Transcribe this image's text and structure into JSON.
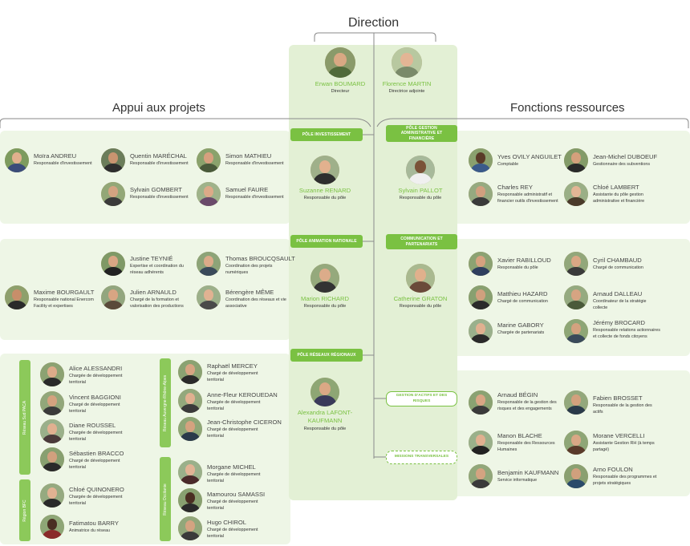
{
  "headings": {
    "direction": "Direction",
    "appui": "Appui aux projets",
    "fonctions": "Fonctions ressources"
  },
  "direction": [
    {
      "name": "Erwan BOUMARD",
      "role": "Directeur"
    },
    {
      "name": "Florence MARTIN",
      "role": "Directrice adjointe"
    }
  ],
  "poles": {
    "investissement": {
      "tag": "PÔLE INVESTISSEMENT",
      "name": "Suzanne RENARD",
      "role": "Responsable du pôle"
    },
    "gestion": {
      "tag": "PÔLE GESTION ADMINISTRATIVE ET FINANCIÈRE",
      "name": "Sylvain PALLOT",
      "role": "Responsable du pôle"
    },
    "animation": {
      "tag": "PÔLE ANIMATION NATIONALE",
      "name": "Marion RICHARD",
      "role": "Responsable du pôle"
    },
    "communication": {
      "tag": "COMMUNICATION ET PARTENARIATS",
      "name": "Catherine GRATON",
      "role": "Responsable du pôle"
    },
    "reseaux": {
      "tag": "PÔLE RÉSEAUX RÉGIONAUX",
      "name": "Alexandra LAFONT-KAUFMANN",
      "role": "Responsable du pôle"
    }
  },
  "tags": {
    "gestion_actifs": "GESTION D'ACTIFS ET DES RISQUES",
    "missions": "MISSIONS TRANSVERSALES"
  },
  "people": {
    "moira": {
      "name": "Moïra ANDREU",
      "role": "Responsable d'investissement"
    },
    "quentin": {
      "name": "Quentin MARÉCHAL",
      "role": "Responsable d'investissement"
    },
    "simon": {
      "name": "Simon MATHIEU",
      "role": "Responsable d'investissement"
    },
    "sylvain_g": {
      "name": "Sylvain GOMBERT",
      "role": "Responsable d'investissement"
    },
    "samuel": {
      "name": "Samuel FAURE",
      "role": "Responsable d'investissement"
    },
    "justine": {
      "name": "Justine TEYNIÉ",
      "role": "Expertise et coordination du réseau adhérents"
    },
    "thomas": {
      "name": "Thomas BROUCQSAULT",
      "role": "Coordination des projets numériques"
    },
    "maxime": {
      "name": "Maxime BOURGAULT",
      "role": "Responsable national Enercom Facility et expertises"
    },
    "julien": {
      "name": "Julien ARNAULD",
      "role": "Chargé de la formation et valorisation des productions"
    },
    "berengere": {
      "name": "Bérengère MÊME",
      "role": "Coordination des réseaux et vie associative"
    },
    "yves": {
      "name": "Yves OVILY ANGUILET",
      "role": "Comptable"
    },
    "jeanmichel": {
      "name": "Jean-Michel DUBOEUF",
      "role": "Gestionnaire des subventions"
    },
    "charles": {
      "name": "Charles REY",
      "role": "Responsable administratif et financier outils d'investissement"
    },
    "chloe_l": {
      "name": "Chloé LAMBERT",
      "role": "Assistante du pôle gestion administrative et financière"
    },
    "xavier": {
      "name": "Xavier RABILLOUD",
      "role": "Responsable du pôle"
    },
    "cyril": {
      "name": "Cyril CHAMBAUD",
      "role": "Chargé de communication"
    },
    "matthieu": {
      "name": "Matthieu HAZARD",
      "role": "Chargé de communication"
    },
    "arnaud_d": {
      "name": "Arnaud DALLEAU",
      "role": "Coordinateur de la stratégie collecte"
    },
    "marine": {
      "name": "Marine GABORY",
      "role": "Chargée de partenariats"
    },
    "jeremy": {
      "name": "Jérémy BROCARD",
      "role": "Responsable relations actionnaires et collecte de fonds citoyens"
    },
    "arnaud_b": {
      "name": "Arnaud BÉGIN",
      "role": "Responsable de la gestion des risques et des engagements"
    },
    "fabien": {
      "name": "Fabien BROSSET",
      "role": "Responsable de la gestion des actifs"
    },
    "manon": {
      "name": "Manon BLACHE",
      "role": "Responsable des Ressources Humaines"
    },
    "morane": {
      "name": "Morane VERCELLI",
      "role": "Assistante Gestion RH (à temps partagé)"
    },
    "benjamin": {
      "name": "Benjamin KAUFMANN",
      "role": "Service informatique"
    },
    "arno": {
      "name": "Arno FOULON",
      "role": "Responsable des programmes et projets stratégiques"
    },
    "alice": {
      "name": "Alice ALESSANDRI",
      "role": "Chargée de développement territorial"
    },
    "vincent": {
      "name": "Vincent BAGGIONI",
      "role": "Chargé de développement territorial"
    },
    "diane": {
      "name": "Diane ROUSSEL",
      "role": "Chargée de développement territorial"
    },
    "sebastien": {
      "name": "Sébastien BRACCO",
      "role": "Chargé de développement territorial"
    },
    "chloe_q": {
      "name": "Chloé QUINONERO",
      "role": "Chargée de développement territorial"
    },
    "fatimatou": {
      "name": "Fatimatou BARRY",
      "role": "Animatrice du réseau"
    },
    "raphael": {
      "name": "Raphaël MERCEY",
      "role": "Chargé de développement territorial"
    },
    "annefleur": {
      "name": "Anne-Fleur KEROUEDAN",
      "role": "Chargée de développement territorial"
    },
    "jeanchristophe": {
      "name": "Jean-Christophe CICERON",
      "role": "Chargé de développement territorial"
    },
    "morgane": {
      "name": "Morgane MICHEL",
      "role": "Chargée de développement territorial"
    },
    "mamourou": {
      "name": "Mamourou SAMASSI",
      "role": "Chargé de développement territorial"
    },
    "hugo": {
      "name": "Hugo CHIROL",
      "role": "Chargé de développement territorial"
    }
  },
  "regions": {
    "paca": "Réseau Sud PACA",
    "aura": "Réseau Auvergne-Rhône-Alpes",
    "bfc": "Région BFC",
    "occitanie": "Réseau Occitanie"
  },
  "colors": {
    "accent": "#7ac142",
    "panel": "#eef6e6",
    "center": "#e3f0d5",
    "line": "#888888"
  }
}
